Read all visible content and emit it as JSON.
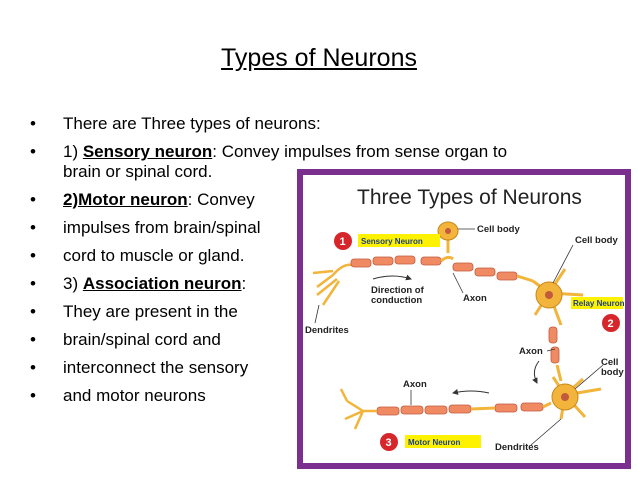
{
  "slide": {
    "title": "Types of Neurons",
    "bullets": [
      {
        "pre": "There are Three types of neurons:",
        "bold": "",
        "post": ""
      },
      {
        "pre": "1) ",
        "bold": "Sensory neuron",
        "post": ": Convey impulses from sense organ to",
        "line2": "brain or spinal cord."
      },
      {
        "pre": "",
        "bold": "2)Motor  neuron",
        "post": ": Convey"
      },
      {
        "pre": "impulses from brain/spinal",
        "bold": "",
        "post": ""
      },
      {
        "pre": " cord to muscle or gland.",
        "bold": "",
        "post": ""
      },
      {
        "pre": "3) ",
        "bold": "Association neuron",
        "post": ":"
      },
      {
        "pre": "They are present in the",
        "bold": "",
        "post": ""
      },
      {
        "pre": " brain/spinal cord and",
        "bold": "",
        "post": ""
      },
      {
        "pre": " interconnect the sensory",
        "bold": "",
        "post": ""
      },
      {
        "pre": "and motor neurons",
        "bold": "",
        "post": ""
      }
    ]
  },
  "figure": {
    "title": "Three Types of Neurons",
    "labels": {
      "sensory_neuron": "Sensory Neuron",
      "cell_body_top": "Cell body",
      "cell_body_right": "Cell body",
      "relay_neuron": "Relay Neuron",
      "direction": "Direction of",
      "conduction": "conduction",
      "axon_top": "Axon",
      "dendrites_left": "Dendrites",
      "axon_right": "Axon",
      "cell_body_lower_1": "Cell",
      "cell_body_lower_2": "body",
      "axon_bottom": "Axon",
      "motor_neuron": "Motor Neuron",
      "dendrites_bottom": "Dendrites"
    },
    "numbers": [
      "1",
      "2",
      "3"
    ],
    "colors": {
      "frame": "#7b2f8e",
      "badge": "#d7262b",
      "highlight": "#fff200",
      "axon_segment": "#f08a63",
      "cell": "#f2b43a"
    }
  }
}
